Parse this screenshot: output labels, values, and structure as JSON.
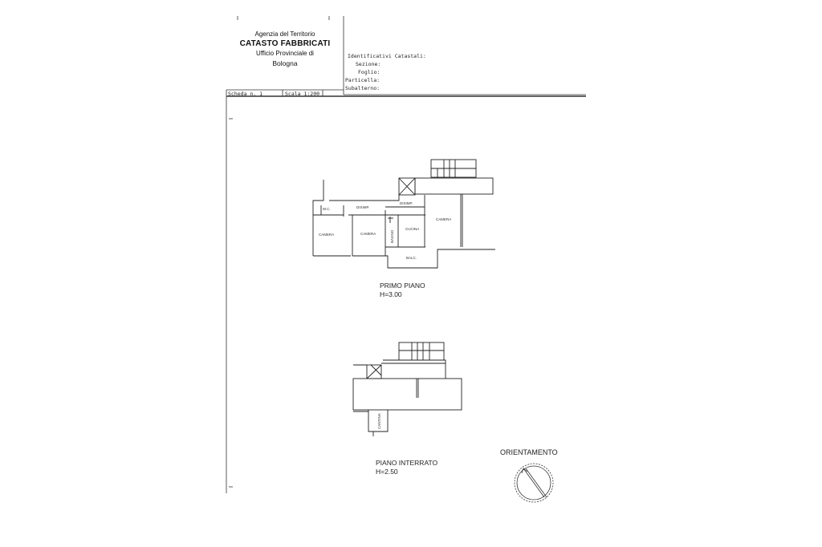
{
  "header": {
    "agency": "Agenzia del Territorio",
    "registry": "CATASTO FABBRICATI",
    "office": "Ufficio Provinciale di",
    "city": "Bologna"
  },
  "identification": {
    "title": "Identificativi Catastali:",
    "section": "Sezione:",
    "sheet": "Foglio:",
    "parcel": "Particella:",
    "subunit": "Subalterno:"
  },
  "scheda": {
    "number": "Scheda n. 1",
    "scale": "Scala 1:200"
  },
  "floors": [
    {
      "name": "PRIMO PIANO",
      "height": "H=3.00",
      "rooms": [
        "CAMERA",
        "CAMERA",
        "CUCINA",
        "CAMERA",
        "BAGNO",
        "DISIMP.",
        "DISIMP.",
        "W.C.",
        "BALC."
      ]
    },
    {
      "name": "PIANO INTERRATO",
      "height": "H=2.50",
      "rooms": [
        "CANTINA"
      ]
    }
  ],
  "orientation": {
    "label": "ORIENTAMENTO"
  }
}
